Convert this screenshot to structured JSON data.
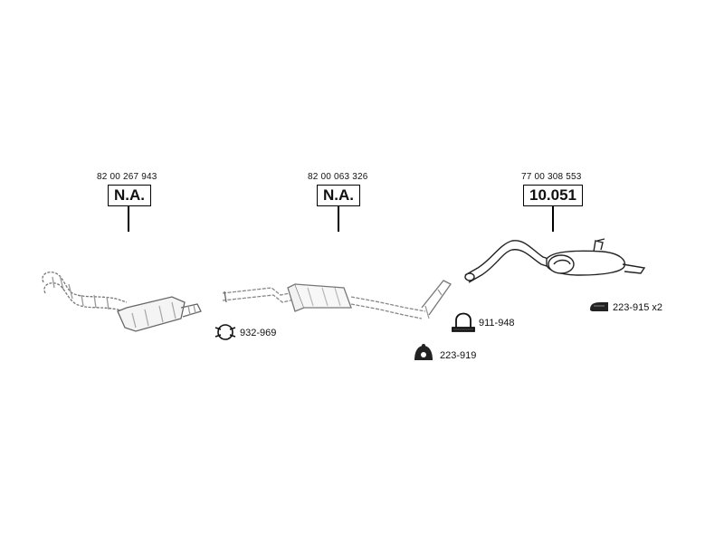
{
  "parts": [
    {
      "oem": "82 00 267 943",
      "ref": "N.A."
    },
    {
      "oem": "82 00 063 326",
      "ref": "N.A."
    },
    {
      "oem": "77 00 308 553",
      "ref": "10.051"
    }
  ],
  "accessories": [
    {
      "code": "932-969"
    },
    {
      "code": "911-948"
    },
    {
      "code": "223-919"
    },
    {
      "code": "223-915 x2"
    }
  ]
}
